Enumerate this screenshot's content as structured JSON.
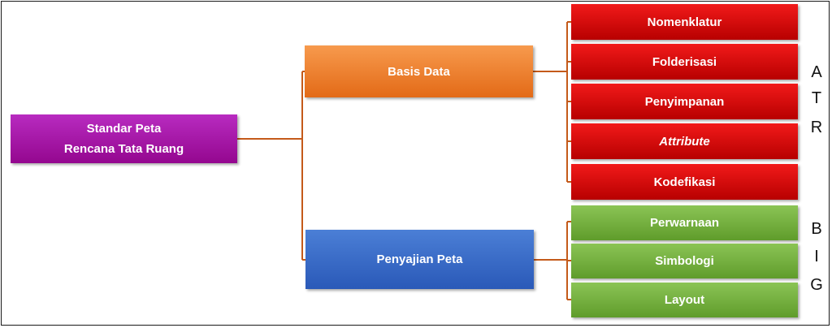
{
  "root": {
    "line1": "Standar Peta",
    "line2": "Rencana Tata Ruang"
  },
  "branches": [
    {
      "label": "Basis Data",
      "color": "#e8782a",
      "items": [
        "Nomenklatur",
        "Folderisasi",
        "Penyimpanan",
        "Attribute",
        "Kodefikasi"
      ],
      "side_letters": [
        "A",
        "T",
        "R"
      ]
    },
    {
      "label": "Penyajian Peta",
      "color": "#3567c4",
      "items": [
        "Perwarnaan",
        "Simbologi",
        "Layout"
      ],
      "side_letters": [
        "B",
        "I",
        "G"
      ]
    }
  ],
  "colors": {
    "connector": "#c45a1a",
    "root": "#a314a8",
    "atr_items": "#dd0000",
    "big_items": "#74b03d"
  }
}
